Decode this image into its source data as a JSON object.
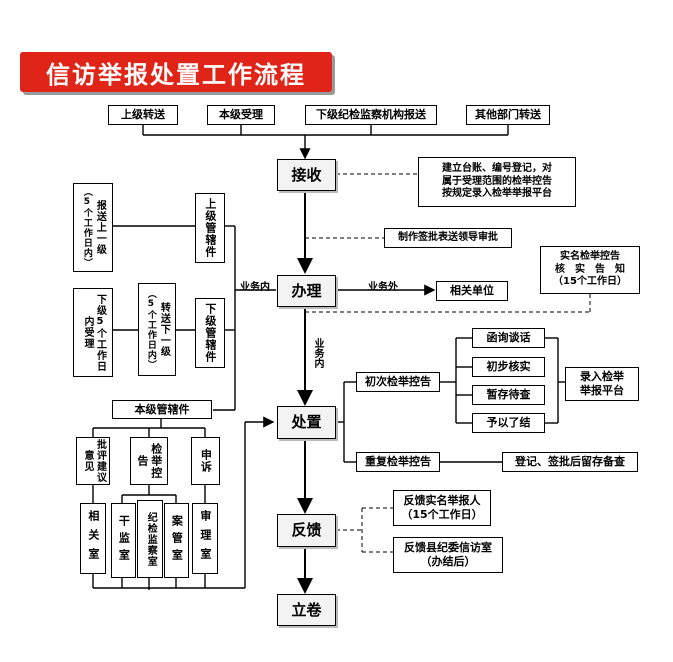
{
  "title": "信访举报处置工作流程",
  "top_sources": [
    "上级转送",
    "本级受理",
    "下级纪检监察机构报送",
    "其他部门转送"
  ],
  "main_steps": {
    "receive": "接收",
    "handle": "办理",
    "dispose": "处置",
    "feedback": "反馈",
    "file": "立卷"
  },
  "notes": {
    "ledger": "建立台账、编号登记，对\n属于受理范围的检举控告\n按规定录入检举举报平台",
    "approval_form": "制作签批表送领导审批",
    "real_name": "实名检举控告\n核　实　告　知\n（15个工作日）",
    "related_unit": "相关单位",
    "feedback_reporter": "反馈实名举报人\n（15个工作日）",
    "feedback_office": "反馈县纪委信访室\n（办结后）"
  },
  "edge_labels": {
    "in_scope": "业务内",
    "out_scope": "业务外",
    "in_scope_vertical": "业务内"
  },
  "left": {
    "report_up": "报送上一级",
    "report_up_days": "（5个工作日内）",
    "upper_jurisdiction": "上级管辖件",
    "lower_accept": "下级5个工作日内受理",
    "transfer_down": "转送下一级",
    "transfer_down_days": "（5个工作日内）",
    "lower_jurisdiction": "下级管辖件",
    "local_jurisdiction": "本级管辖件",
    "opinion": "批评建议意见",
    "accusation": "检举控告",
    "appeal": "申诉",
    "related_office": "相关室",
    "cadre_office": "干监室",
    "discipline_office": "纪检监察室",
    "case_office": "案管室",
    "review_office": "审理室"
  },
  "dispose": {
    "initial": "初次检举控告",
    "repeat": "重复检举控告",
    "options": [
      "函询谈话",
      "初步核实",
      "暂存待查",
      "予以了结"
    ],
    "enter_platform": "录入检举\n举报平台",
    "repeat_result": "登记、签批后留存备查"
  }
}
